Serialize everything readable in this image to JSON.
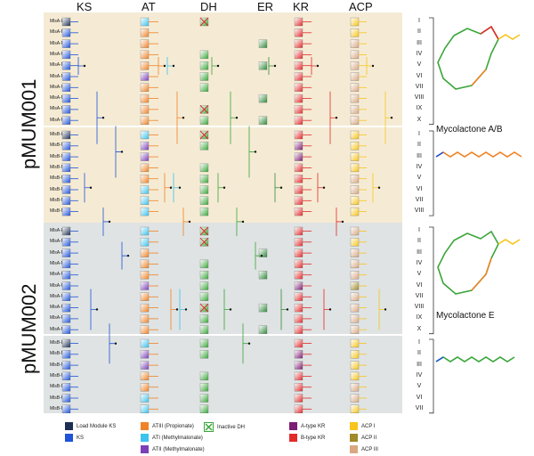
{
  "columns": [
    "KS",
    "AT",
    "DH",
    "ER",
    "KR",
    "ACP"
  ],
  "sections": [
    {
      "label": "pMUM001"
    },
    {
      "label": "pMUM002"
    }
  ],
  "group1_modules": [
    "MlsA-LM",
    "MlsA-M1",
    "MlsA-M2",
    "MlsA-M3",
    "MlsA-M4",
    "MlsA-M5",
    "MlsA-M6",
    "MlsA-M7",
    "MlsA-M8",
    "MlsA-M9"
  ],
  "group2_modules": [
    "MlsB-LM",
    "MlsB-M1",
    "MlsB-M2",
    "MlsB-M3",
    "MlsB-M4",
    "MlsB-M5",
    "MlsB-M6",
    "MlsB-M7"
  ],
  "group3_modules": [
    "MlsA-LM",
    "MlsA-M1",
    "MlsA-M2",
    "MlsA-M3",
    "MlsA-M4",
    "MlsA-M5",
    "MlsA-M6",
    "MlsA-M7",
    "MlsA-M8",
    "MlsA-M9"
  ],
  "group4_modules": [
    "MlsB-LM",
    "MlsB-M1",
    "MlsB-M2",
    "MlsB-M3",
    "MlsB-M4",
    "MlsB-M5",
    "MlsB-M6"
  ],
  "roman_a": [
    "I",
    "II",
    "III",
    "IV",
    "V",
    "VI",
    "VII",
    "VIII",
    "IX",
    "X"
  ],
  "roman_b8": [
    "I",
    "II",
    "III",
    "IV",
    "V",
    "VI",
    "VII",
    "VIII"
  ],
  "roman_b7": [
    "I",
    "II",
    "III",
    "IV",
    "V",
    "VI",
    "VII"
  ],
  "captions": {
    "top": "Mycolactone A/B",
    "bottom": "Mycolactone E"
  },
  "legend": [
    {
      "label": "Load Module KS",
      "color": "#1e2f55"
    },
    {
      "label": "KS",
      "color": "#1f53d8"
    },
    {
      "label": "ATIII (Propionate)",
      "color": "#f08326"
    },
    {
      "label": "ATI (Methylmalonate)",
      "color": "#3cc3ee"
    },
    {
      "label": "ATII (Methylmalonate)",
      "color": "#7b3fb8"
    },
    {
      "label": "Inactive DH",
      "color": "#3aa63a"
    },
    {
      "label": "A-type KR",
      "color": "#7d1d73"
    },
    {
      "label": "B-type KR",
      "color": "#e22a2a"
    },
    {
      "label": "ACP I",
      "color": "#f7c51c"
    },
    {
      "label": "ACP II",
      "color": "#a08a2a"
    },
    {
      "label": "ACP III",
      "color": "#d9a883"
    }
  ]
}
